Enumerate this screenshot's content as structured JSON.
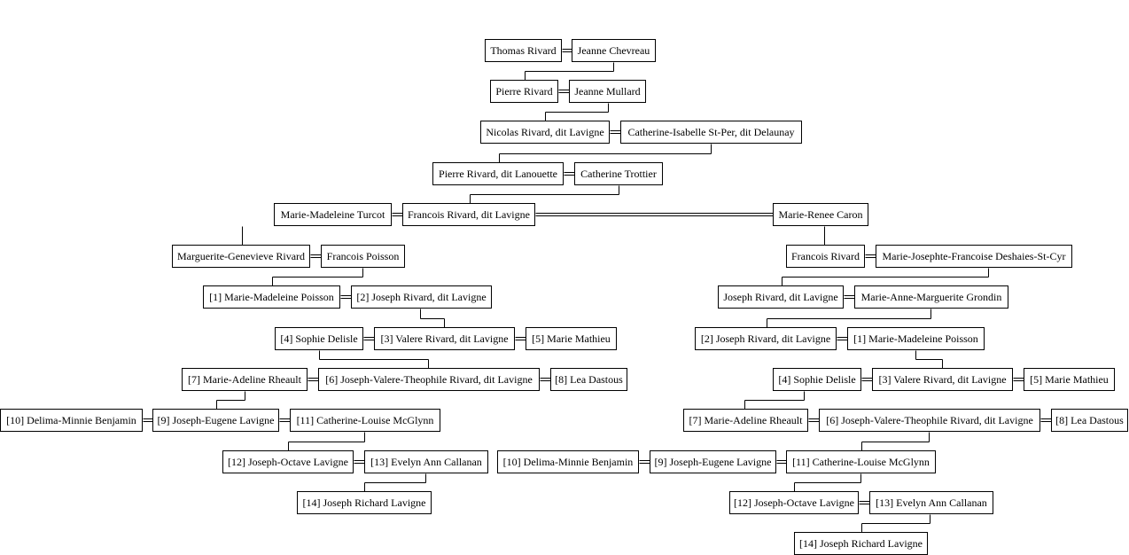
{
  "tree": {
    "people": {
      "thomas": "Thomas Rivard",
      "jeanne_c": "Jeanne Chevreau",
      "pierre": "Pierre Rivard",
      "jeanne_m": "Jeanne Mullard",
      "nicolas": "Nicolas Rivard, dit Lavigne",
      "catherine_i": "Catherine-Isabelle St-Per, dit Delaunay",
      "pierre_l": "Pierre Rivard, dit Lanouette",
      "catherine_t": "Catherine Trottier",
      "marie_mt": "Marie-Madeleine Turcot",
      "francois_rl": "Francois Rivard, dit Lavigne",
      "marie_rc": "Marie-Renee Caron",
      "marguerite": "Marguerite-Genevieve Rivard",
      "francois_p": "Francois Poisson",
      "francois_r": "Francois Rivard",
      "marie_jf": "Marie-Josephte-Francoise Deshaies-St-Cyr",
      "l_mmp": "[1] Marie-Madeleine Poisson",
      "l_jrl": "[2] Joseph Rivard, dit Lavigne",
      "r_jrl": "Joseph Rivard, dit Lavigne",
      "r_mag": "Marie-Anne-Marguerite Grondin",
      "l_sd": "[4] Sophie Delisle",
      "l_vrl": "[3] Valere Rivard, dit Lavigne",
      "l_mm": "[5] Marie Mathieu",
      "r_jrl2": "[2] Joseph Rivard, dit Lavigne",
      "r_mmp": "[1] Marie-Madeleine Poisson",
      "l_mar": "[7] Marie-Adeline Rheault",
      "l_jvt": "[6] Joseph-Valere-Theophile Rivard, dit Lavigne",
      "l_ld": "[8] Lea Dastous",
      "r_sd": "[4] Sophie Delisle",
      "r_vrl": "[3] Valere Rivard, dit Lavigne",
      "r_mm": "[5] Marie Mathieu",
      "l_dmb": "[10] Delima-Minnie Benjamin",
      "l_jel": "[9] Joseph-Eugene Lavigne",
      "l_clm": "[11] Catherine-Louise McGlynn",
      "r_mar": "[7] Marie-Adeline Rheault",
      "r_jvt": "[6] Joseph-Valere-Theophile Rivard, dit Lavigne",
      "r_ld": "[8] Lea Dastous",
      "l_jol": "[12] Joseph-Octave Lavigne",
      "l_eac": "[13] Evelyn Ann Callanan",
      "r_dmb": "[10] Delima-Minnie Benjamin",
      "r_jel": "[9] Joseph-Eugene Lavigne",
      "r_clm": "[11] Catherine-Louise McGlynn",
      "l_jrlv": "[14] Joseph Richard Lavigne",
      "r_jol": "[12] Joseph-Octave Lavigne",
      "r_eac": "[13] Evelyn Ann Callanan",
      "r_jrlv": "[14] Joseph Richard Lavigne"
    }
  }
}
